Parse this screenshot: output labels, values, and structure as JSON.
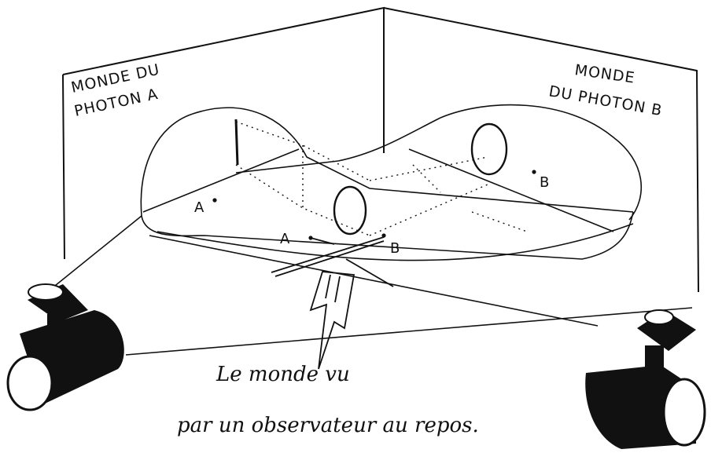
{
  "labels": {
    "wall_left_line1": "MONDE DU",
    "wall_left_line2": "PHOTON A",
    "wall_right_line1": "MONDE",
    "wall_right_line2": "DU PHOTON B",
    "point_a_left": "A",
    "point_b_right": "B",
    "point_a_center": "A",
    "point_b_center": "B",
    "caption_line1": "Le monde vu",
    "caption_line2": "par un observateur au repos."
  },
  "colors": {
    "ink": "#111111",
    "paper": "#ffffff"
  },
  "icons": {
    "left_projector": "projector-icon",
    "right_projector": "projector-icon",
    "arrow": "up-arrow-icon"
  }
}
